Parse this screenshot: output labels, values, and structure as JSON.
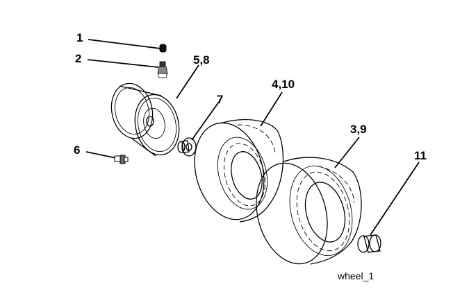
{
  "diagram": {
    "caption": "wheel_1",
    "callouts": {
      "c1": "1",
      "c2": "2",
      "c58": "5,8",
      "c7": "7",
      "c410": "4,10",
      "c39": "3,9",
      "c6": "6",
      "c11": "11"
    }
  }
}
